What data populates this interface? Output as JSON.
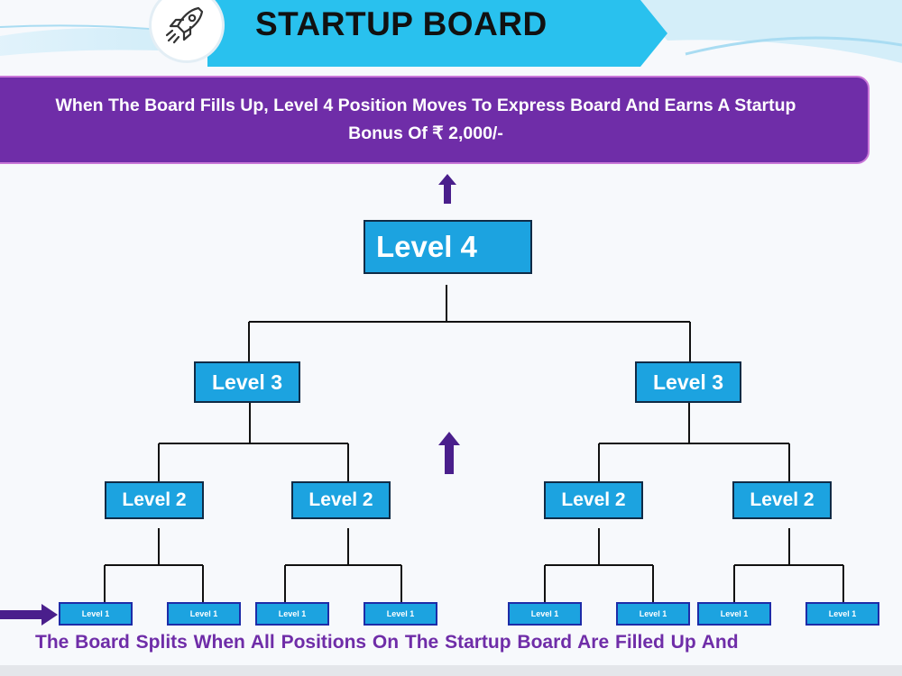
{
  "header": {
    "title": "STARTUP BOARD",
    "icon": "rocket-icon"
  },
  "banner": {
    "line1": "When The Board Fills Up, Level 4 Position Moves To Express Board And Earns A Startup",
    "line2": "Bonus Of ₹ 2,000/-"
  },
  "tree": {
    "level4": "Level 4",
    "level3": [
      "Level 3",
      "Level 3"
    ],
    "level2": [
      "Level 2",
      "Level 2",
      "Level 2",
      "Level 2"
    ],
    "level1": [
      "Level 1",
      "Level 1",
      "Level 1",
      "Level 1",
      "Level 1",
      "Level 1",
      "Level 1",
      "Level 1"
    ]
  },
  "footer": {
    "caption": "The Board Splits When All Positions On The Startup Board Are Filled Up And"
  },
  "colors": {
    "node_fill": "#1ca3e0",
    "node_border": "#102b46",
    "banner_fill": "#6f2da8",
    "arrow": "#4a1f8c",
    "header_band": "#29c1ee"
  }
}
